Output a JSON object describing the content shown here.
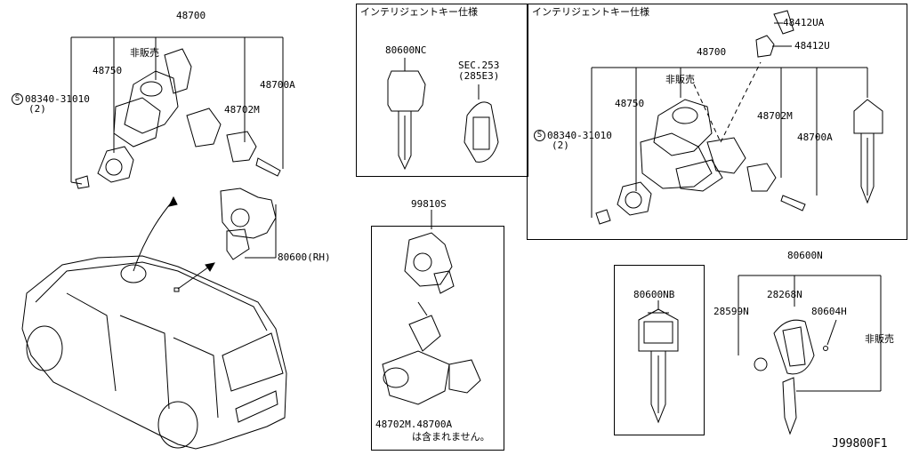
{
  "left_group": {
    "top_code": "48700",
    "not_for_sale": "非販売",
    "sub_a": "48750",
    "sub_b": "48700A",
    "sub_c": "48702M",
    "screw_code": "08340-31010",
    "screw_qty": "(2)",
    "s_mark": "S",
    "rh_key": "80600(RH)"
  },
  "intelligent_key_box": {
    "title": "インテリジェントキー仕様",
    "key_blank": "80600NC",
    "sec_ref_1": "SEC.253",
    "sec_ref_2": "(285E3)"
  },
  "right_group": {
    "title": "インテリジェントキー仕様",
    "top_code": "48700",
    "not_for_sale": "非販売",
    "sub_a": "48750",
    "sub_b": "48702M",
    "sub_c": "48700A",
    "cyl_a": "48412UA",
    "cyl_b": "48412U",
    "screw_code": "08340-31010",
    "screw_qty": "(2)",
    "s_mark": "S"
  },
  "kit_box": {
    "code": "99810S",
    "note_1": "48702M.48700A",
    "note_2": "は含まれません。"
  },
  "key_box": {
    "code": "80600NB"
  },
  "remote_group": {
    "top_code": "80600N",
    "part_a": "28599N",
    "part_b": "28268N",
    "part_c": "80604H",
    "not_for_sale": "非販売"
  },
  "footer": {
    "diagram_id": "J99800F1"
  }
}
